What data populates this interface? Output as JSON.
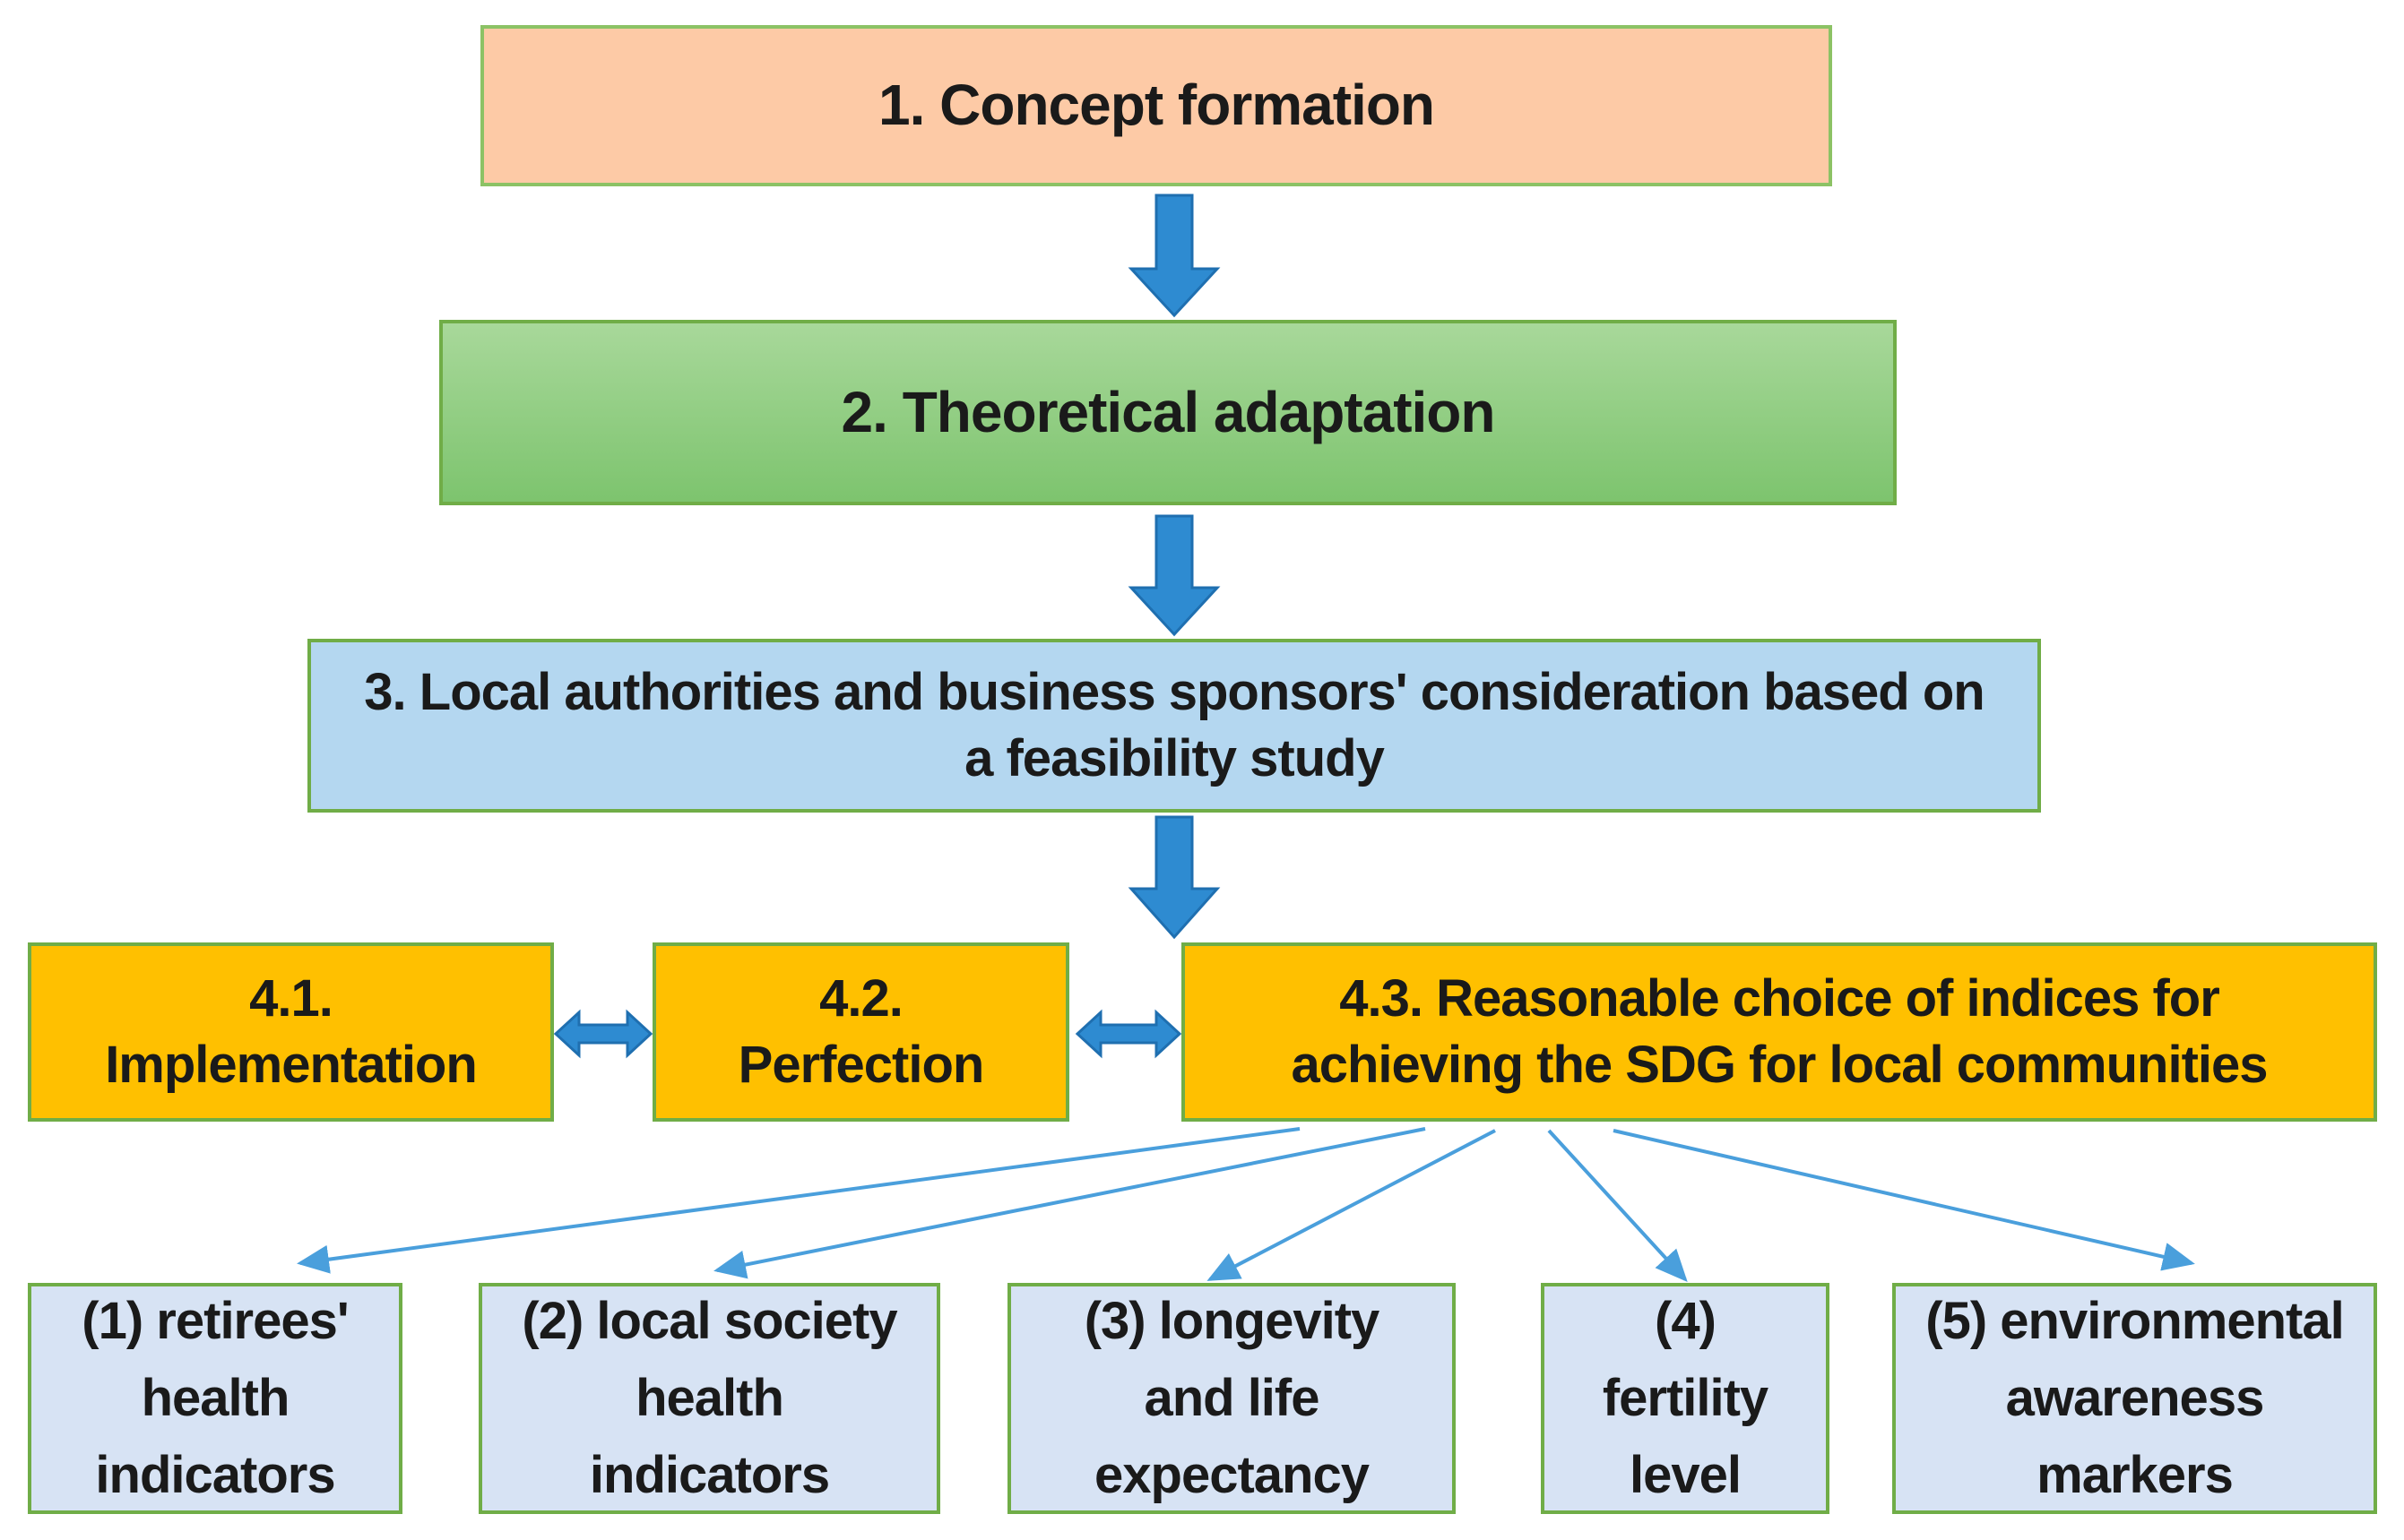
{
  "step1": {
    "label": "1. Concept formation"
  },
  "step2": {
    "label": "2. Theoretical adaptation"
  },
  "step3": {
    "line1": "3. Local authorities and business sponsors' consideration based on",
    "line2": "a feasibility study"
  },
  "step4_1": {
    "line1": "4.1.",
    "line2": "Implementation"
  },
  "step4_2": {
    "line1": "4.2.",
    "line2": "Perfection"
  },
  "step4_3": {
    "line1": "4.3. Reasonable choice of indices for",
    "line2": "achieving the SDG for local communities"
  },
  "indices": [
    {
      "lines": [
        "(1) retirees'",
        "health",
        "indicators"
      ]
    },
    {
      "lines": [
        "(2) local society",
        "health",
        "indicators"
      ]
    },
    {
      "lines": [
        "(3) longevity",
        "and life",
        "expectancy"
      ]
    },
    {
      "lines": [
        "(4)",
        "fertility",
        "level"
      ]
    },
    {
      "lines": [
        "(5) environmental",
        "awareness",
        "markers"
      ]
    }
  ],
  "colors": {
    "step1_fill": "#fdcaa6",
    "step2_fill": "#8ccc7c",
    "step3_fill": "#b4d7f0",
    "step4_fill": "#ffc000",
    "index_fill": "#d7e3f4",
    "border": "#70ad47",
    "flow_arrow": "#2e8bd1",
    "branch_line": "#4a9fdc"
  }
}
